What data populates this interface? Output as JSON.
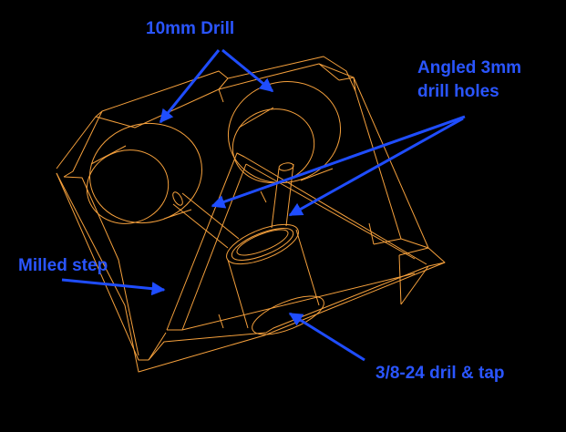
{
  "colors": {
    "background": "#000000",
    "wireframe": "#f5a03c",
    "annotation": "#2a55ff"
  },
  "labels": {
    "drill_10mm": "10mm Drill",
    "angled_line1": "Angled 3mm",
    "angled_line2": "drill holes",
    "milled_step": "Milled step",
    "tap": "3/8-24 dril & tap"
  }
}
